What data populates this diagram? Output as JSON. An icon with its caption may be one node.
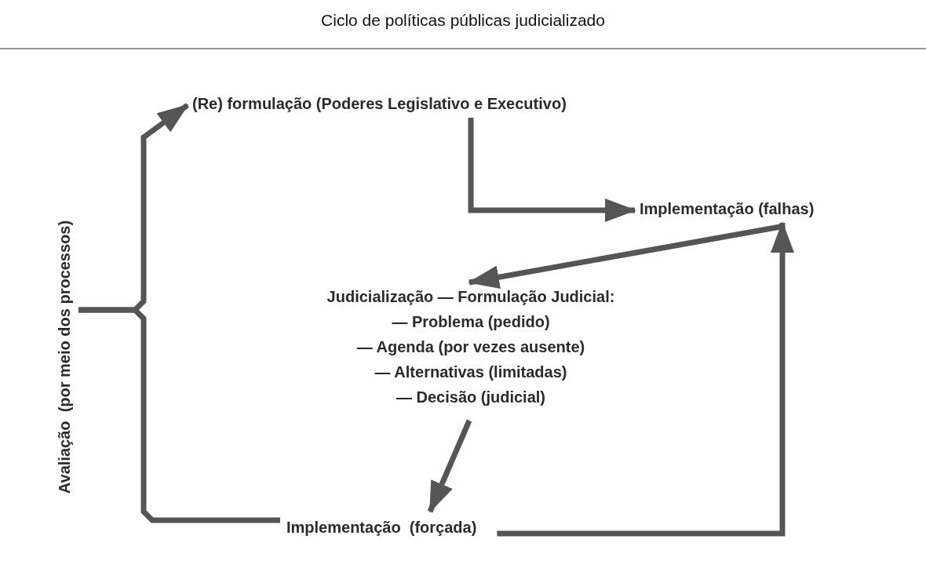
{
  "diagram": {
    "title": "Ciclo de políticas públicas judicializado",
    "nodes": [
      {
        "text": [
          "(Re) formulação (Poderes Legislativo e Executivo)"
        ]
      },
      {
        "text": [
          "Implementação (falhas)"
        ]
      },
      {
        "text": [
          "Judicialização — Formulação Judicial:",
          "— Problema (pedido)",
          "— Agenda (por vezes ausente)",
          "— Alternativas (limitadas)",
          "— Decisão (judicial)"
        ]
      },
      {
        "text": [
          "Implementação  (forçada)"
        ]
      },
      {
        "text": [
          "Avaliação  (por meio dos processos)"
        ]
      }
    ],
    "edges": [
      {
        "from": 0,
        "to": 1,
        "arrow": "to"
      },
      {
        "from": 1,
        "to": 2,
        "arrow": "to"
      },
      {
        "from": 2,
        "to": 3,
        "arrow": "to"
      },
      {
        "from": 3,
        "to": 1,
        "arrow": "to"
      },
      {
        "from": 4,
        "to": 0,
        "arrow": "to"
      },
      {
        "from": 4,
        "to": 3,
        "arrow": "none"
      }
    ]
  }
}
